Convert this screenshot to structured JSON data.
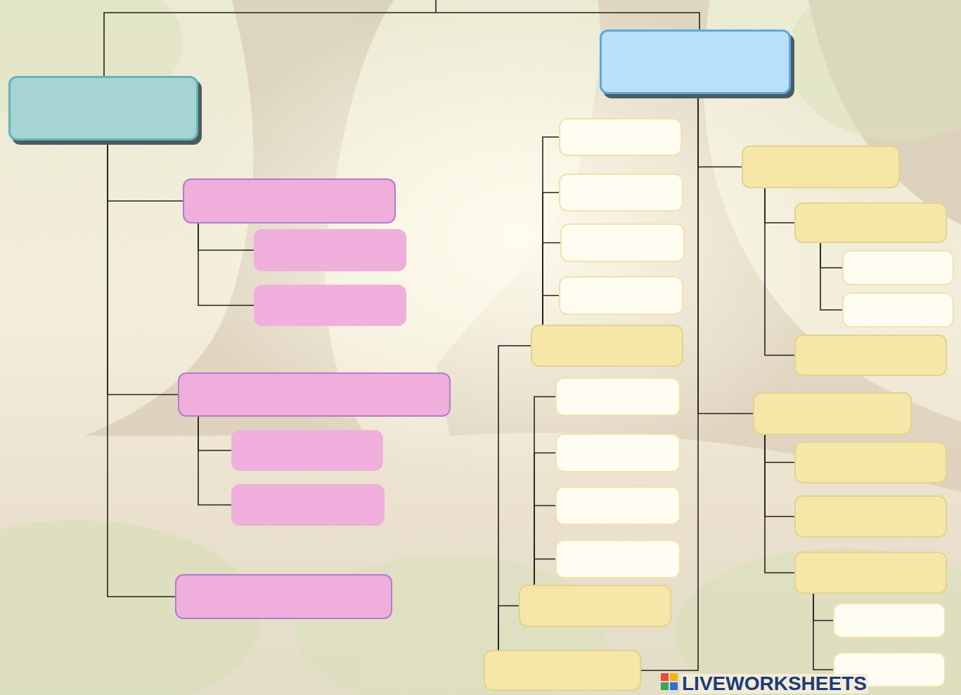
{
  "diagram": {
    "nodes": [
      {
        "text": []
      },
      {
        "text": []
      },
      {
        "text": []
      },
      {
        "text": []
      },
      {
        "text": []
      },
      {
        "text": []
      },
      {
        "text": []
      },
      {
        "text": []
      },
      {
        "text": []
      },
      {
        "text": []
      },
      {
        "text": []
      },
      {
        "text": []
      },
      {
        "text": []
      },
      {
        "text": []
      },
      {
        "text": []
      },
      {
        "text": []
      },
      {
        "text": []
      },
      {
        "text": []
      },
      {
        "text": []
      },
      {
        "text": []
      },
      {
        "text": []
      },
      {
        "text": []
      },
      {
        "text": []
      },
      {
        "text": []
      },
      {
        "text": []
      },
      {
        "text": []
      },
      {
        "text": []
      },
      {
        "text": []
      },
      {
        "text": []
      },
      {
        "text": []
      },
      {
        "text": []
      }
    ],
    "edges": [
      {
        "from": 0,
        "to": 8,
        "arrow": "none"
      },
      {
        "from": 0,
        "to": 1,
        "arrow": "none"
      },
      {
        "from": 0,
        "to": 4,
        "arrow": "none"
      },
      {
        "from": 0,
        "to": 7,
        "arrow": "none"
      },
      {
        "from": 1,
        "to": 2,
        "arrow": "none"
      },
      {
        "from": 1,
        "to": 3,
        "arrow": "none"
      },
      {
        "from": 4,
        "to": 5,
        "arrow": "none"
      },
      {
        "from": 4,
        "to": 6,
        "arrow": "none"
      },
      {
        "from": 8,
        "to": 20,
        "arrow": "none"
      },
      {
        "from": 8,
        "to": 25,
        "arrow": "none"
      },
      {
        "from": 8,
        "to": 19,
        "arrow": "none"
      },
      {
        "from": 20,
        "to": 21,
        "arrow": "none"
      },
      {
        "from": 20,
        "to": 24,
        "arrow": "none"
      },
      {
        "from": 21,
        "to": 22,
        "arrow": "none"
      },
      {
        "from": 21,
        "to": 23,
        "arrow": "none"
      },
      {
        "from": 25,
        "to": 26,
        "arrow": "none"
      },
      {
        "from": 25,
        "to": 27,
        "arrow": "none"
      },
      {
        "from": 25,
        "to": 28,
        "arrow": "none"
      },
      {
        "from": 28,
        "to": 29,
        "arrow": "none"
      },
      {
        "from": 28,
        "to": 30,
        "arrow": "none"
      },
      {
        "from": 19,
        "to": 9,
        "arrow": "none"
      },
      {
        "from": 19,
        "to": 14,
        "arrow": "none"
      },
      {
        "from": 9,
        "to": 10,
        "arrow": "none"
      },
      {
        "from": 9,
        "to": 11,
        "arrow": "none"
      },
      {
        "from": 9,
        "to": 12,
        "arrow": "none"
      },
      {
        "from": 9,
        "to": 13,
        "arrow": "none"
      },
      {
        "from": 14,
        "to": 15,
        "arrow": "none"
      },
      {
        "from": 14,
        "to": 16,
        "arrow": "none"
      },
      {
        "from": 14,
        "to": 17,
        "arrow": "none"
      },
      {
        "from": 14,
        "to": 18,
        "arrow": "none"
      }
    ],
    "labels": [
      "LIVEWORKSHEETS"
    ]
  }
}
